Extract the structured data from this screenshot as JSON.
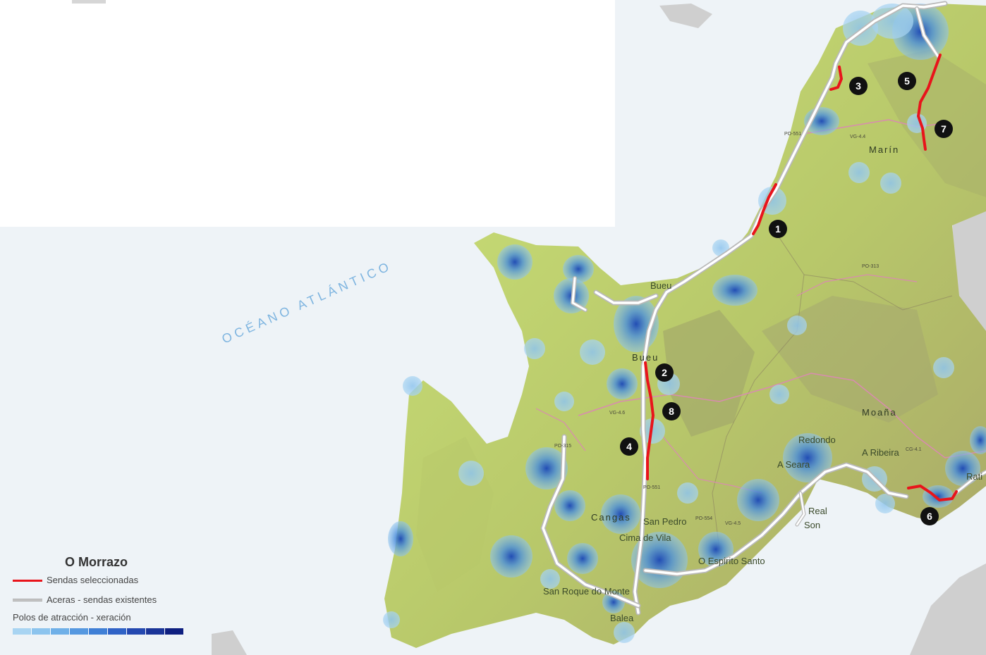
{
  "ocean_label": "OCÉANO ATLÁNTICO",
  "places": {
    "marin": "Marín",
    "bueu_top": "Bueu",
    "bueu": "Bueu",
    "moana": "Moaña",
    "redondo": "Redondo",
    "a_seara": "A Seara",
    "a_ribeira": "A Ribeira",
    "real": "Real",
    "son": "Son",
    "cangas": "Cangas",
    "san_pedro": "San Pedro",
    "cima_de_vila": "Cima de Vila",
    "o_espirito_santo": "O Espirito Santo",
    "san_roque_do_monte": "San Roque do Monte",
    "balea": "Balea",
    "rati": "Rati"
  },
  "roads": {
    "po551_a": "PO-551",
    "vg44": "VG-4.4",
    "po313": "PO-313",
    "vg46": "VG-4.6",
    "po315": "PO-315",
    "po551_b": "PO-551",
    "po554": "PO-554",
    "vg45": "VG-4.5",
    "cg41": "CG-4.1"
  },
  "markers": [
    "1",
    "2",
    "3",
    "4",
    "5",
    "6",
    "7",
    "8"
  ],
  "legend": {
    "title": "O Morrazo",
    "selected_paths": "Sendas seleccionadas",
    "existing_paths": "Aceras - sendas existentes",
    "attraction": "Polos de atracción - xeración",
    "selected_color": "#e8141b",
    "existing_color": "#c8c8c8",
    "ramp_colors": [
      "#a8d4f2",
      "#8cc4ee",
      "#6fb0e8",
      "#5598e0",
      "#3f7fd6",
      "#2f62c6",
      "#2448b0",
      "#1a3498",
      "#0e1f80"
    ]
  },
  "colors": {
    "sea": "#eef3f7",
    "land": "#cfe07a",
    "land_dark": "#a7b860",
    "hot": "#1f4fc2",
    "warm": "#8ec4ee",
    "marker": "#111111"
  }
}
